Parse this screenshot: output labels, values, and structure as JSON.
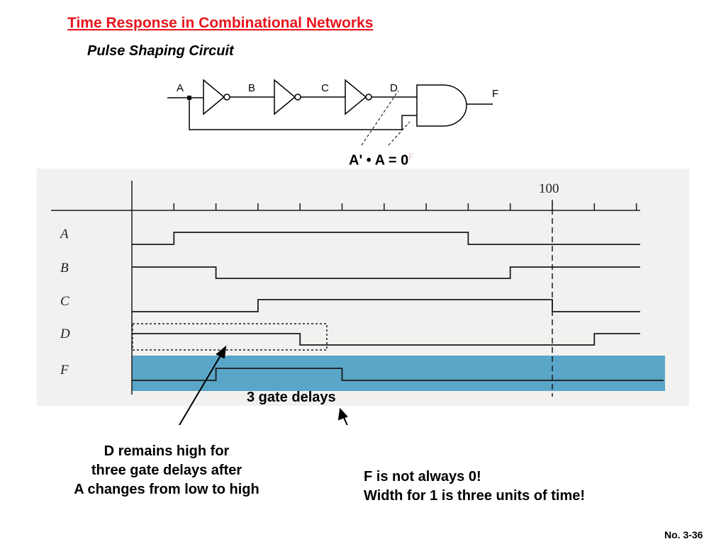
{
  "slide": {
    "title": "Time Response in Combinational Networks",
    "subtitle": "Pulse Shaping Circuit",
    "page_number": "No. 3-36"
  },
  "circuit": {
    "node_labels": {
      "a": "A",
      "b": "B",
      "c": "C",
      "d": "D",
      "f": "F"
    },
    "equation": "A' • A = 0",
    "equation_mark": "F",
    "gates": [
      "inverter",
      "inverter",
      "inverter",
      "and"
    ]
  },
  "timing_diagram": {
    "time_marker": "100",
    "signal_names": [
      "A",
      "B",
      "C",
      "D",
      "F"
    ],
    "highlight_color": "#5aa6c8",
    "waveforms": {
      "A": [
        {
          "t": 0,
          "level": 0
        },
        {
          "t": 1,
          "level": 1
        },
        {
          "t": 8,
          "level": 0
        }
      ],
      "B": [
        {
          "t": 0,
          "level": 1
        },
        {
          "t": 2,
          "level": 0
        },
        {
          "t": 9,
          "level": 1
        }
      ],
      "C": [
        {
          "t": 0,
          "level": 0
        },
        {
          "t": 3,
          "level": 1
        },
        {
          "t": 10,
          "level": 0
        }
      ],
      "D": [
        {
          "t": 0,
          "level": 1
        },
        {
          "t": 4,
          "level": 0
        },
        {
          "t": 11,
          "level": 1
        }
      ],
      "F": [
        {
          "t": 0,
          "level": 0
        },
        {
          "t": 2,
          "level": 1
        },
        {
          "t": 5,
          "level": 0
        }
      ]
    }
  },
  "annotations": {
    "gate_delays": "3 gate delays",
    "d_note": [
      "D remains high for",
      "three gate delays after",
      "A changes from low to high"
    ],
    "f_note": [
      "F is not always 0!",
      "Width for 1 is three units of time!"
    ]
  }
}
